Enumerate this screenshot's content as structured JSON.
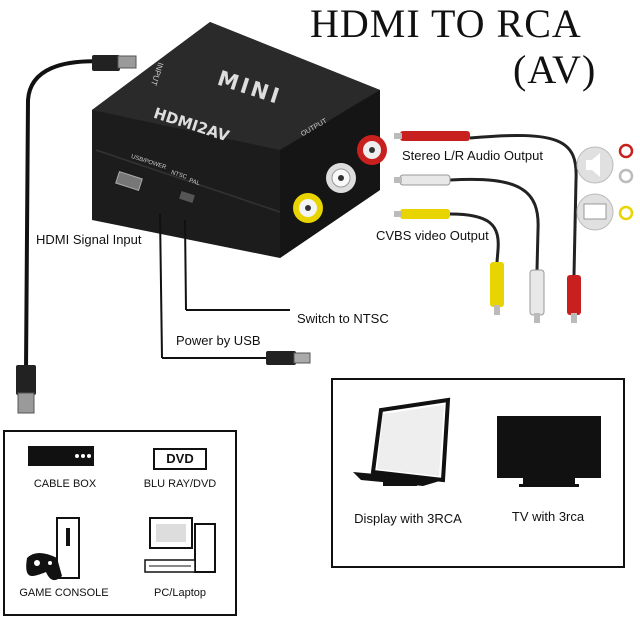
{
  "title_line1": "HDMI TO RCA",
  "title_line2": "(AV)",
  "device": {
    "brand": "MINI",
    "model": "HDMI2AV",
    "input_port": "INPUT",
    "output_port": "OUTPUT",
    "usb_port": "USB/POWER",
    "switch_label_ntsc": "NTSC",
    "switch_label_pal": "PAL"
  },
  "callouts": {
    "stereo": "Stereo L/R Audio Output",
    "cvbs": "CVBS video Output",
    "hdmi_in": "HDMI Signal Input",
    "switch": "Switch to NTSC",
    "power": "Power by USB"
  },
  "sources": [
    {
      "label": "CABLE BOX",
      "icon": "cable-box-icon"
    },
    {
      "label": "BLU RAY/DVD",
      "icon": "dvd-icon",
      "badge": "DVD"
    },
    {
      "label": "GAME CONSOLE",
      "icon": "game-console-icon"
    },
    {
      "label": "PC/Laptop",
      "icon": "pc-icon"
    }
  ],
  "displays": [
    {
      "label": "Display with 3RCA",
      "icon": "monitor-icon"
    },
    {
      "label": "TV with 3rca",
      "icon": "tv-icon"
    }
  ],
  "colors": {
    "red": "#c8201e",
    "white": "#e8e8e8",
    "yellow": "#e8d400",
    "device": "#1c1c1c"
  }
}
